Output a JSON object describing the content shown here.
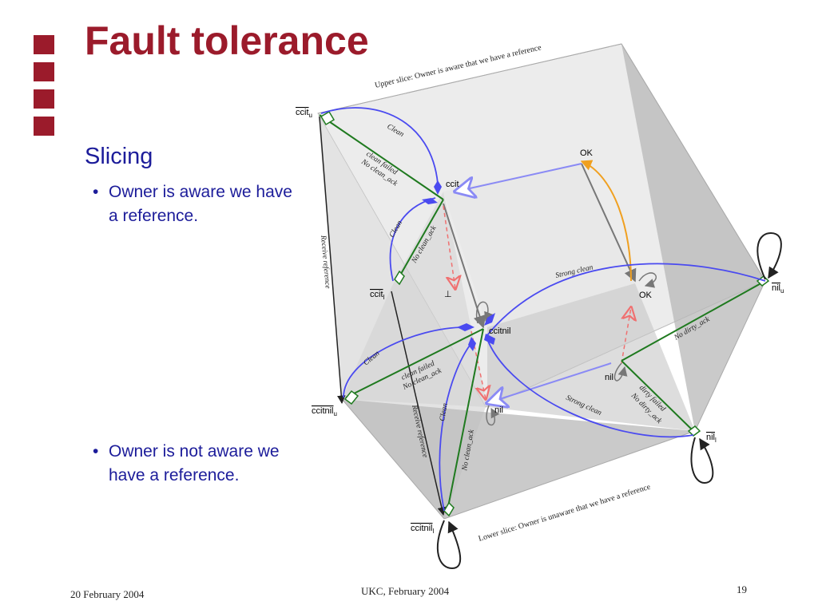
{
  "slide": {
    "title": "Fault tolerance",
    "subtitle": "Slicing",
    "bullets": [
      "Owner is aware we have a reference.",
      "Owner is not aware we have a reference."
    ],
    "bullet_glyph": "•",
    "footer_left": "20 February 2004",
    "footer_center": "UKC, February 2004",
    "page_number": "19",
    "accent_color": "#9b1b2b",
    "text_color": "#1c1c9a"
  },
  "diagram": {
    "slice_labels": {
      "upper": "Upper slice: Owner is aware that we have a reference",
      "lower": "Lower slice: Owner is unaware that we have a reference"
    },
    "nodes": {
      "ccit_u": {
        "base": "ccit",
        "sub": "u"
      },
      "ccit": "ccit",
      "ok_upper": "OK",
      "ccit_l": {
        "base": "ccit",
        "sub": "l"
      },
      "bottom": "⊥",
      "ok_mid": "OK",
      "nil_u": {
        "base": "nil",
        "sub": "u"
      },
      "ccitnil": "ccitnil",
      "ccitnil_u": {
        "base": "ccitnil",
        "sub": "u"
      },
      "nil_mid": "nil",
      "nil_low": "nil",
      "nil_l": {
        "base": "nil",
        "sub": "l"
      },
      "ccitnil_l": {
        "base": "ccitnil",
        "sub": "l"
      }
    },
    "edge_labels": {
      "clean_1": "Clean",
      "clean_failed_1": "clean failed",
      "no_clean_ack_1": "No clean_ack",
      "clean_2": "Clean",
      "no_clean_ack_2": "No clean_ack",
      "receive_ref_1": "Receive reference",
      "strong_clean_1": "Strong clean",
      "clean_3": "Clean",
      "clean_failed_2": "clean failed",
      "no_clean_ack_3": "No clean_ack",
      "receive_ref_2": "Receive reference",
      "clean_4": "Clean",
      "no_clean_ack_4": "No clean_ack",
      "strong_clean_2": "Strong clean",
      "dirty_failed": "dirty failed",
      "no_dirty_ack_1": "No dirty_ack",
      "no_dirty_ack_2": "No dirty_ack"
    },
    "colors": {
      "clean": "#4a4af0",
      "ack": "#1f7a1f",
      "receive": "#222222",
      "ok": "#f0a020",
      "dashed": "#f07070",
      "transfer": "#8a8af5"
    }
  }
}
